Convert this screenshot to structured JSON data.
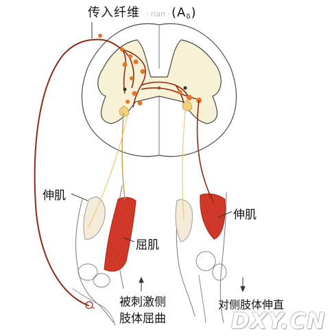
{
  "labels": {
    "afferent_fiber": "传入纤维",
    "afferent_paren_open": "(A",
    "afferent_subscript": "δ",
    "afferent_paren_close": ")",
    "afferent_watermark": "· rian ·",
    "extensor_left": "伸肌",
    "extensor_right": "伸肌",
    "flexor": "屈肌",
    "stimulated_side_line1": "被刺激侧",
    "stimulated_side_line2": "肢体屈曲",
    "contralateral_side": "对侧肢体伸直",
    "watermark": "DXY.CN"
  },
  "colors": {
    "spinal_cord_fill": "#f7f1d6",
    "outline": "#555555",
    "nerve_fiber": "#8a2a12",
    "neuron_orange": "#e8742a",
    "motor_neuron_yellow": "#f2d07a",
    "muscle_red": "#d63a2a",
    "muscle_pale": "#f4ecd8"
  },
  "icons": {
    "stimulus_site": "burst-icon",
    "direction_arrow": "arrow-icon"
  }
}
